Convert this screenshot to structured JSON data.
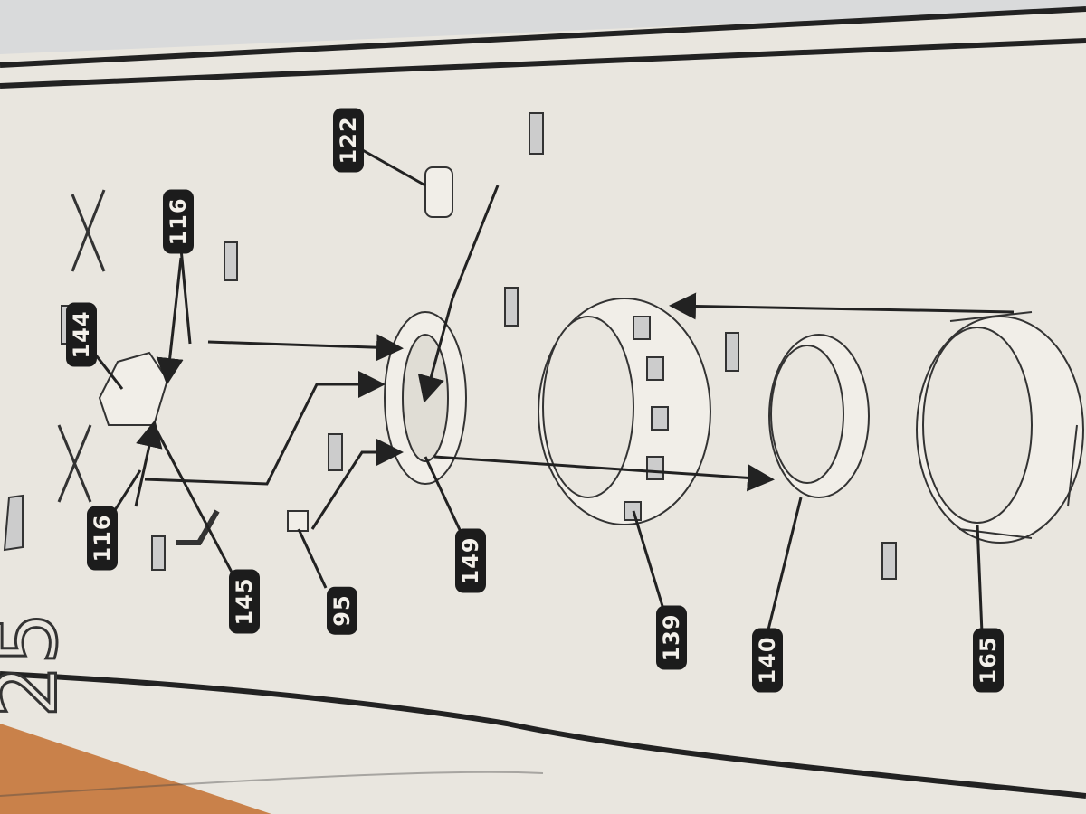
{
  "step_number": "25",
  "part_labels": [
    {
      "id": "p122",
      "text": "122"
    },
    {
      "id": "p116a",
      "text": "116"
    },
    {
      "id": "p144",
      "text": "144"
    },
    {
      "id": "p116b",
      "text": "116"
    },
    {
      "id": "p145",
      "text": "145"
    },
    {
      "id": "p95",
      "text": "95"
    },
    {
      "id": "p149",
      "text": "149"
    },
    {
      "id": "p139",
      "text": "139"
    },
    {
      "id": "p140",
      "text": "140"
    },
    {
      "id": "p165",
      "text": "165"
    }
  ],
  "icons": [
    "glue-tube-icon",
    "do-not-use-cross-icon",
    "assembly-arrow-icon"
  ],
  "colors": {
    "paper": "#e9e6df",
    "ink": "#1c1c1c",
    "table": "#c9814a"
  }
}
